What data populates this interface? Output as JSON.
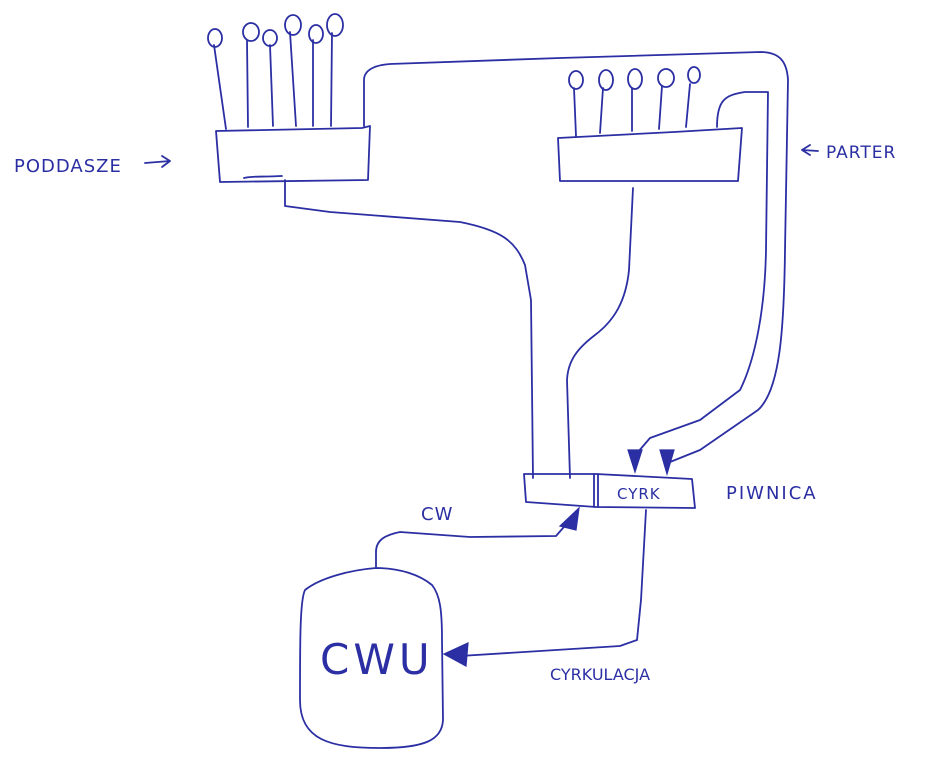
{
  "diagram": {
    "title": "",
    "labels": {
      "attic": "PODDASZE",
      "ground_floor": "PARTER",
      "basement": "PIWNICA",
      "circulation_section": "CYRK",
      "cold_water": "CW",
      "hot_water_tank": "CWU",
      "circulation": "CYRKULACJA"
    },
    "nodes": [
      {
        "id": "attic-manifold",
        "label_ref": "attic",
        "outlets": 6
      },
      {
        "id": "ground-floor-manifold",
        "label_ref": "ground_floor",
        "outlets": 5
      },
      {
        "id": "basement-manifold",
        "label_ref": "basement",
        "sections": [
          "supply",
          "circulation"
        ]
      },
      {
        "id": "hot-water-tank",
        "label_ref": "hot_water_tank"
      }
    ],
    "edges": [
      {
        "from": "attic-manifold",
        "to": "basement-manifold",
        "type": "supply"
      },
      {
        "from": "ground-floor-manifold",
        "to": "basement-manifold",
        "type": "supply"
      },
      {
        "from": "attic-manifold",
        "to": "basement-manifold",
        "type": "circulation-return",
        "arrow": true
      },
      {
        "from": "ground-floor-manifold",
        "to": "basement-manifold",
        "type": "circulation-return",
        "arrow": true
      },
      {
        "from": "hot-water-tank",
        "to": "basement-manifold",
        "type": "hot-water",
        "label_ref": "cold_water",
        "arrow": true
      },
      {
        "from": "basement-manifold",
        "to": "hot-water-tank",
        "type": "circulation",
        "label_ref": "circulation",
        "arrow": true
      }
    ],
    "colors": {
      "ink": "#2b2fa3",
      "paper": "#ffffff"
    }
  }
}
